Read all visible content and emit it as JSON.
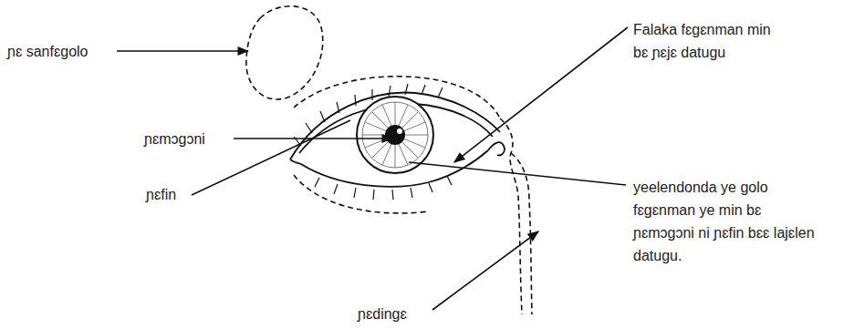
{
  "diagram": {
    "labels": [
      "ɲɛ sanfɛgolo",
      "ɲɛmɔgɔni",
      "ɲɛfin",
      "ɲɛdingɛ",
      "Falaka fɛgɛnman min bɛ ɲɛjɛ datugu",
      "yeelendonda ye golo fɛgɛnman ye min bɛ ɲɛmɔgɔni ni ɲɛfin bɛɛ lajɛlen datugu."
    ]
  }
}
